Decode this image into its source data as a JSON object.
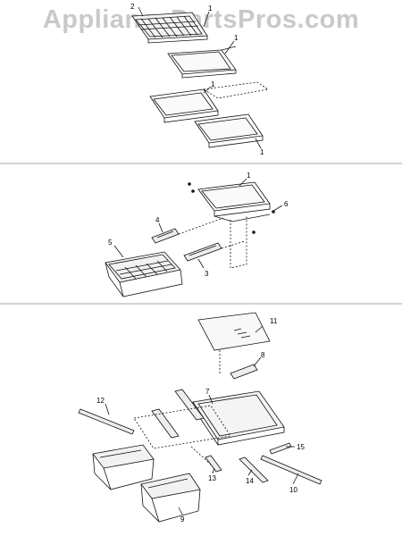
{
  "watermark": "AppliancePartsPros.com",
  "callouts": {
    "s1_2": "2",
    "s1_1a": "1",
    "s1_1b": "1",
    "s1_1c": "1",
    "s1_1d": "1",
    "s2_1": "1",
    "s2_6": "6",
    "s2_4": "4",
    "s2_5": "5",
    "s2_3": "3",
    "s3_11": "11",
    "s3_8": "8",
    "s3_7": "7",
    "s3_12": "12",
    "s3_15": "15",
    "s3_13": "13",
    "s3_14": "14",
    "s3_10": "10",
    "s3_9": "9"
  }
}
